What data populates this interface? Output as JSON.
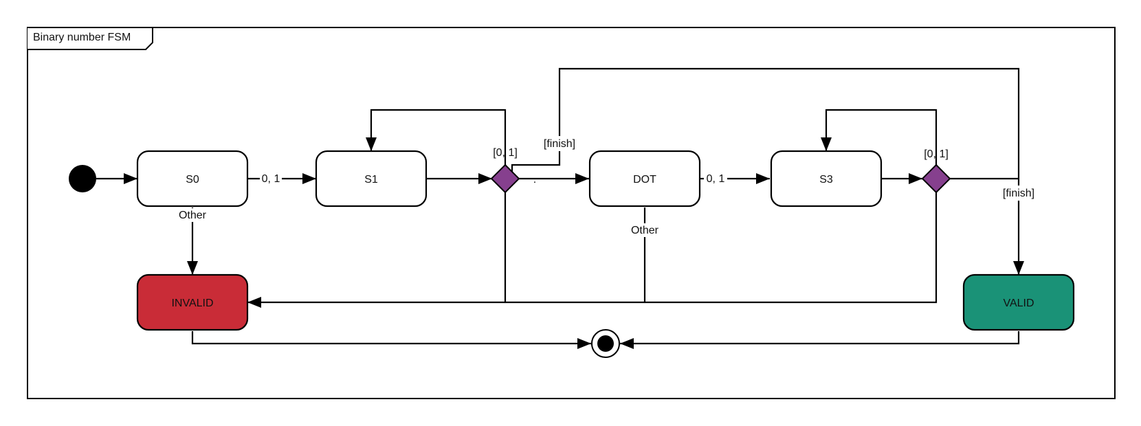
{
  "frame": {
    "title": "Binary number FSM"
  },
  "colors": {
    "state_fill": "#ffffff",
    "invalid_fill": "#c92c37",
    "valid_fill": "#1a9277",
    "decision_fill": "#86408e",
    "line": "#000000"
  },
  "states": {
    "s0": "S0",
    "s1": "S1",
    "dot": "DOT",
    "s3": "S3",
    "invalid": "INVALID",
    "valid": "VALID"
  },
  "transitions": {
    "s0_to_s1": "0, 1",
    "s0_to_invalid": "Other",
    "d1_loop_guard": "[0, 1]",
    "d1_to_dot": ".",
    "d1_to_valid": "[finish]",
    "dot_to_s3": "0, 1",
    "dot_to_invalid": "Other",
    "d2_loop_guard": "[0, 1]",
    "d2_to_valid": "[finish]"
  }
}
